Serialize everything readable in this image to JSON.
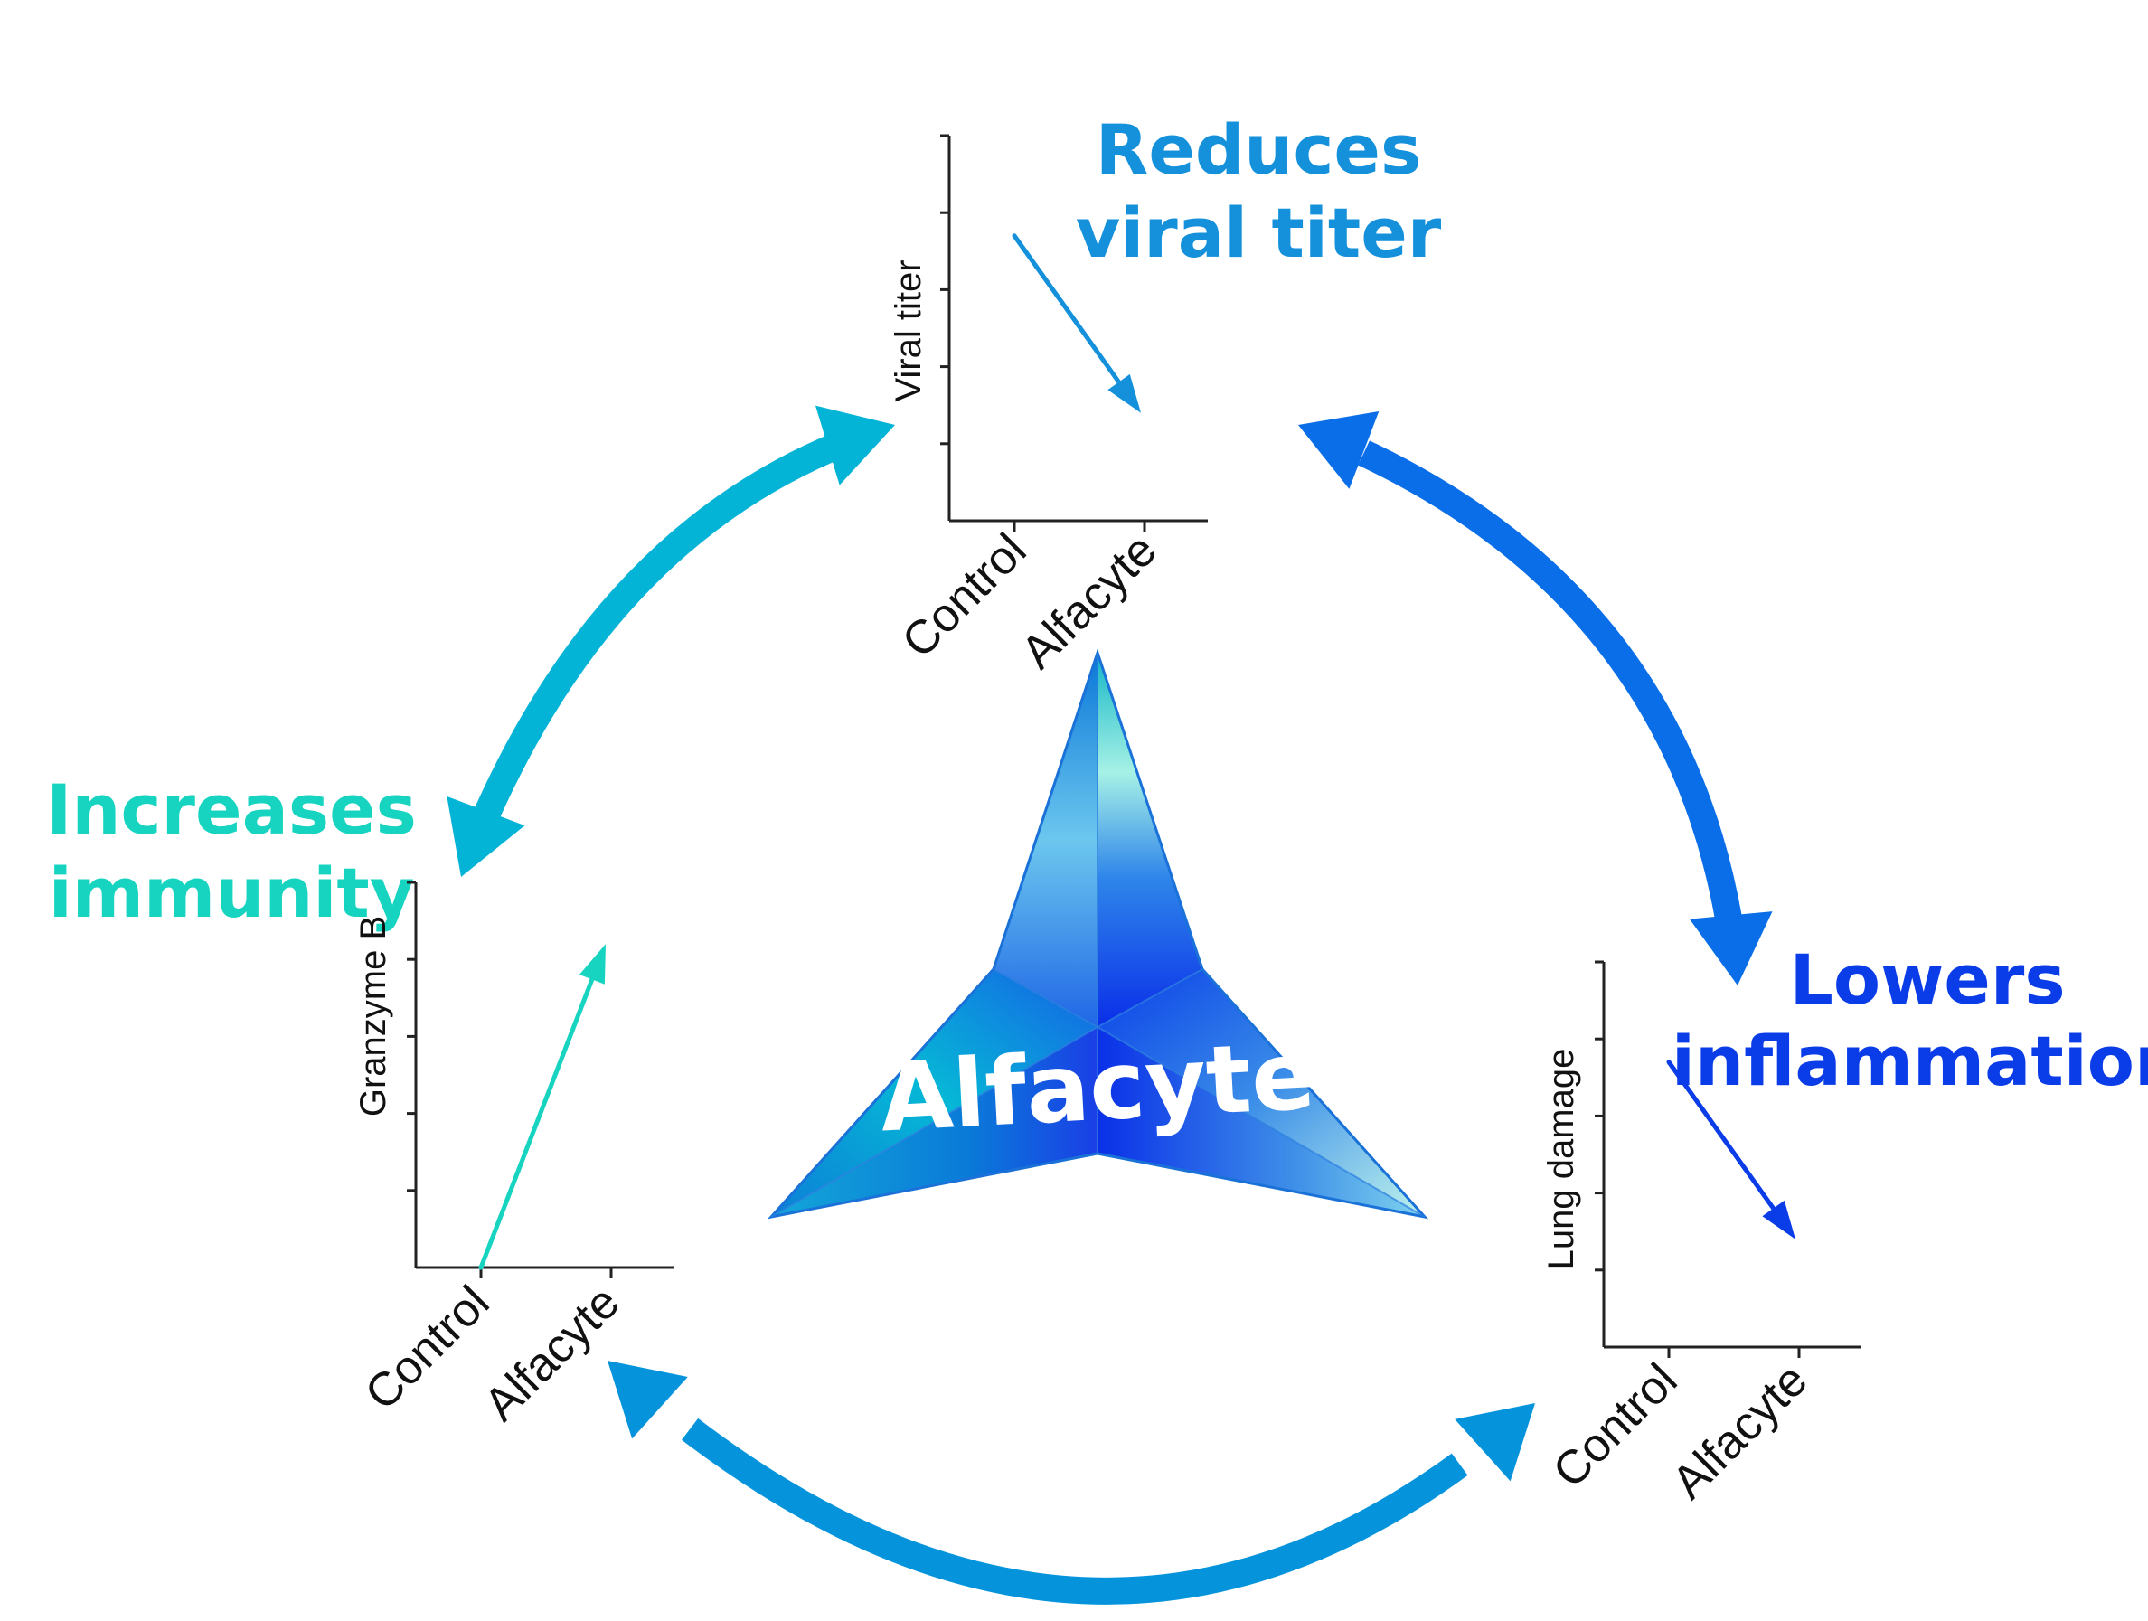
{
  "center": {
    "label": "Alfacyte"
  },
  "effects": {
    "viral": {
      "heading_line1": "Reduces",
      "heading_line2": "viral titer",
      "ylabel": "Viral titer",
      "direction": "decrease",
      "color": "#1591dc"
    },
    "immunity": {
      "heading_line1": "Increases",
      "heading_line2": "immunity",
      "ylabel": "Granzyme B",
      "direction": "increase",
      "color": "#17d4c0"
    },
    "inflammation": {
      "heading_line1": "Lowers",
      "heading_line2": "inflammation",
      "ylabel": "Lung damage",
      "direction": "decrease",
      "color": "#0a3ce8"
    }
  },
  "categories": [
    "Control",
    "Alfacyte"
  ],
  "cycle_arrow_colors": {
    "left": "#04b4d6",
    "right": "#0a6ee8",
    "bottom": "#0594dc"
  }
}
